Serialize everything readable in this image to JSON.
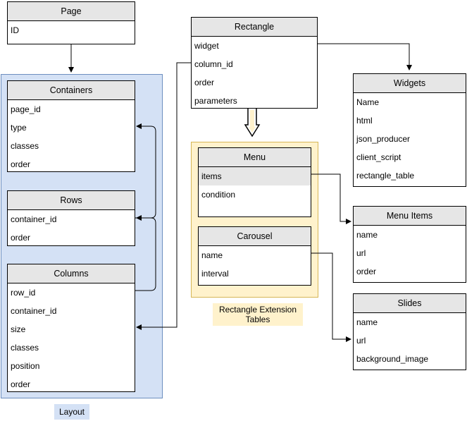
{
  "colors": {
    "layout_region": "#d4e1f5",
    "extension_region": "#fff2cc",
    "extension_border": "#d6b656",
    "header_fill": "#e6e6e6",
    "line": "#000000"
  },
  "tables": {
    "page": {
      "title": "Page",
      "fields": [
        "ID"
      ]
    },
    "containers": {
      "title": "Containers",
      "fields": [
        "page_id",
        "type",
        "classes",
        "order"
      ]
    },
    "rows": {
      "title": "Rows",
      "fields": [
        "container_id",
        "order"
      ]
    },
    "columns": {
      "title": "Columns",
      "fields": [
        "row_id",
        "container_id",
        "size",
        "classes",
        "position",
        "order"
      ]
    },
    "rectangle": {
      "title": "Rectangle",
      "fields": [
        "widget",
        "column_id",
        "order",
        "parameters"
      ]
    },
    "widgets": {
      "title": "Widgets",
      "fields": [
        "Name",
        "html",
        "json_producer",
        "client_script",
        "rectangle_table"
      ]
    },
    "menu": {
      "title": "Menu",
      "fields": [
        "items",
        "condition"
      ]
    },
    "carousel": {
      "title": "Carousel",
      "fields": [
        "name",
        "interval"
      ]
    },
    "menu_items": {
      "title": "Menu Items",
      "fields": [
        "name",
        "url",
        "order"
      ]
    },
    "slides": {
      "title": "Slides",
      "fields": [
        "name",
        "url",
        "background_image"
      ]
    }
  },
  "regions": {
    "layout": {
      "label": "Layout"
    },
    "extension": {
      "label_line1": "Rectangle Extension",
      "label_line2": "Tables"
    }
  }
}
